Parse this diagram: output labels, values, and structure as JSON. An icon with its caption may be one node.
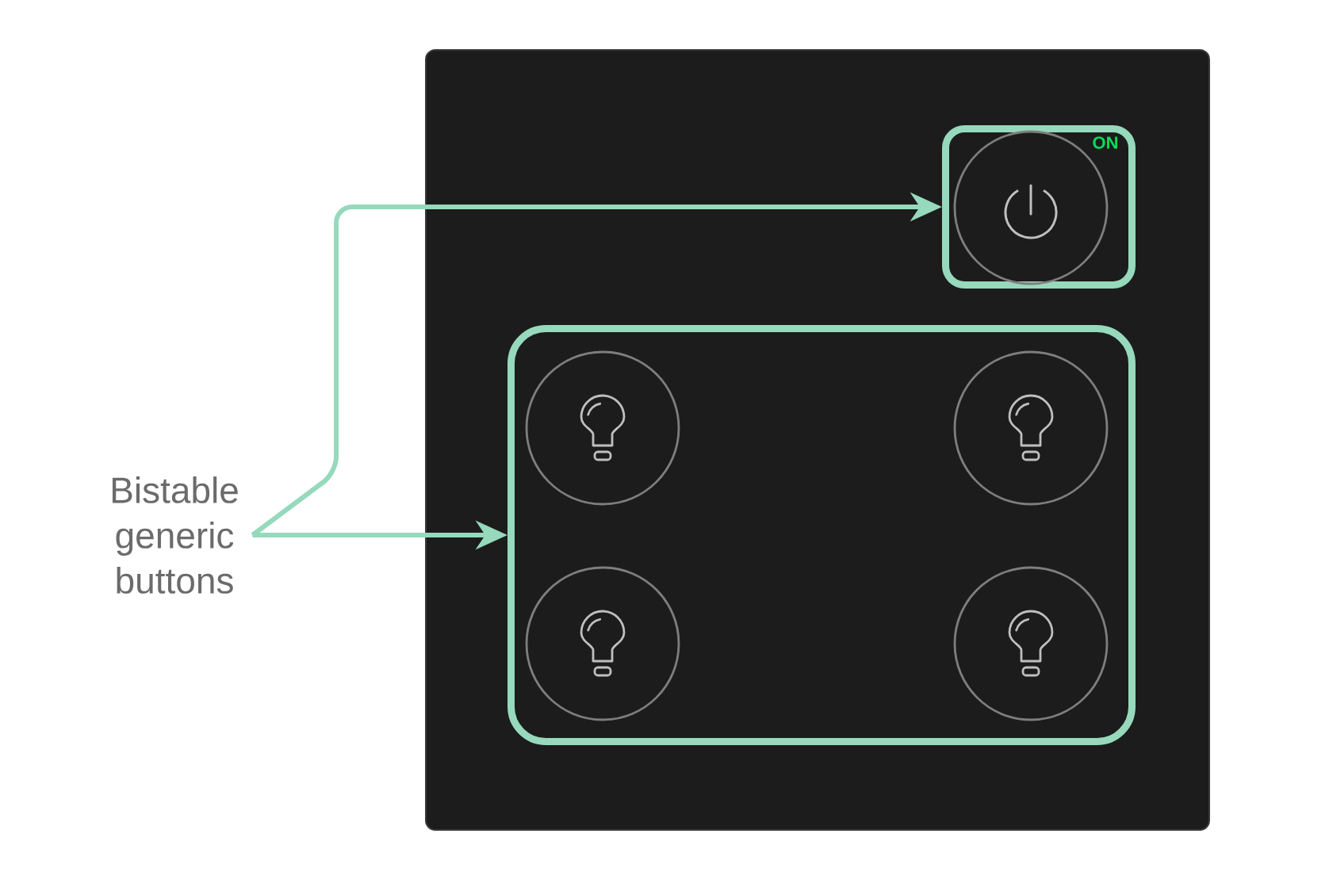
{
  "diagram": {
    "nodes": [
      {
        "text": [],
        "shape": "box"
      },
      {
        "text": [],
        "shape": "box",
        "in": 0
      },
      {
        "text": [],
        "shape": "circle",
        "in": 1,
        "beside": [
          "ON"
        ]
      },
      {
        "text": [],
        "shape": "box",
        "in": 0
      },
      {
        "text": [],
        "shape": "circle",
        "in": 3
      },
      {
        "text": [],
        "shape": "circle",
        "in": 3
      },
      {
        "text": [],
        "shape": "circle",
        "in": 3
      },
      {
        "text": [],
        "shape": "circle",
        "in": 3
      },
      {
        "text": [
          "Bistable generic buttons"
        ]
      }
    ],
    "edges": [
      {
        "from": 8,
        "to": 1,
        "arrow": "to"
      },
      {
        "from": 8,
        "to": 3,
        "arrow": "to"
      }
    ]
  }
}
